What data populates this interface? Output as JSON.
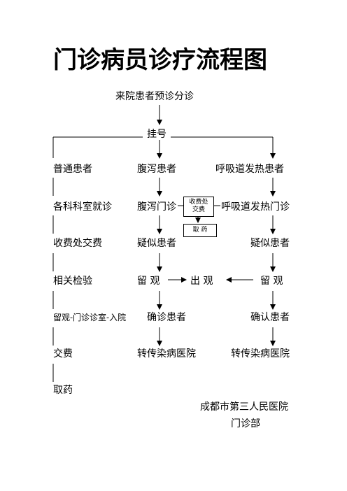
{
  "title": "门诊病员诊疗流程图",
  "nodes": {
    "triage": "来院患者预诊分诊",
    "register": "挂号",
    "col1": [
      "普通患者",
      "各科科室就诊",
      "收费处交费",
      "相关检验",
      "留观-门诊诊室-入院",
      "交费",
      "取药"
    ],
    "col2": [
      "腹泻患者",
      "腹泻门诊",
      "疑似患者",
      "留  观",
      "确诊患者",
      "转传染病医院"
    ],
    "col3": [
      "呼吸道发热患者",
      "呼吸道发热门诊",
      "疑似患者",
      "留  观",
      "确认患者",
      "转传染病医院"
    ],
    "observe": "出  观",
    "payment_box": [
      "收费处",
      "交费"
    ],
    "medicine_box": "取    药"
  },
  "footer": {
    "hospital": "成都市第三人民医院",
    "department": "门诊部"
  }
}
